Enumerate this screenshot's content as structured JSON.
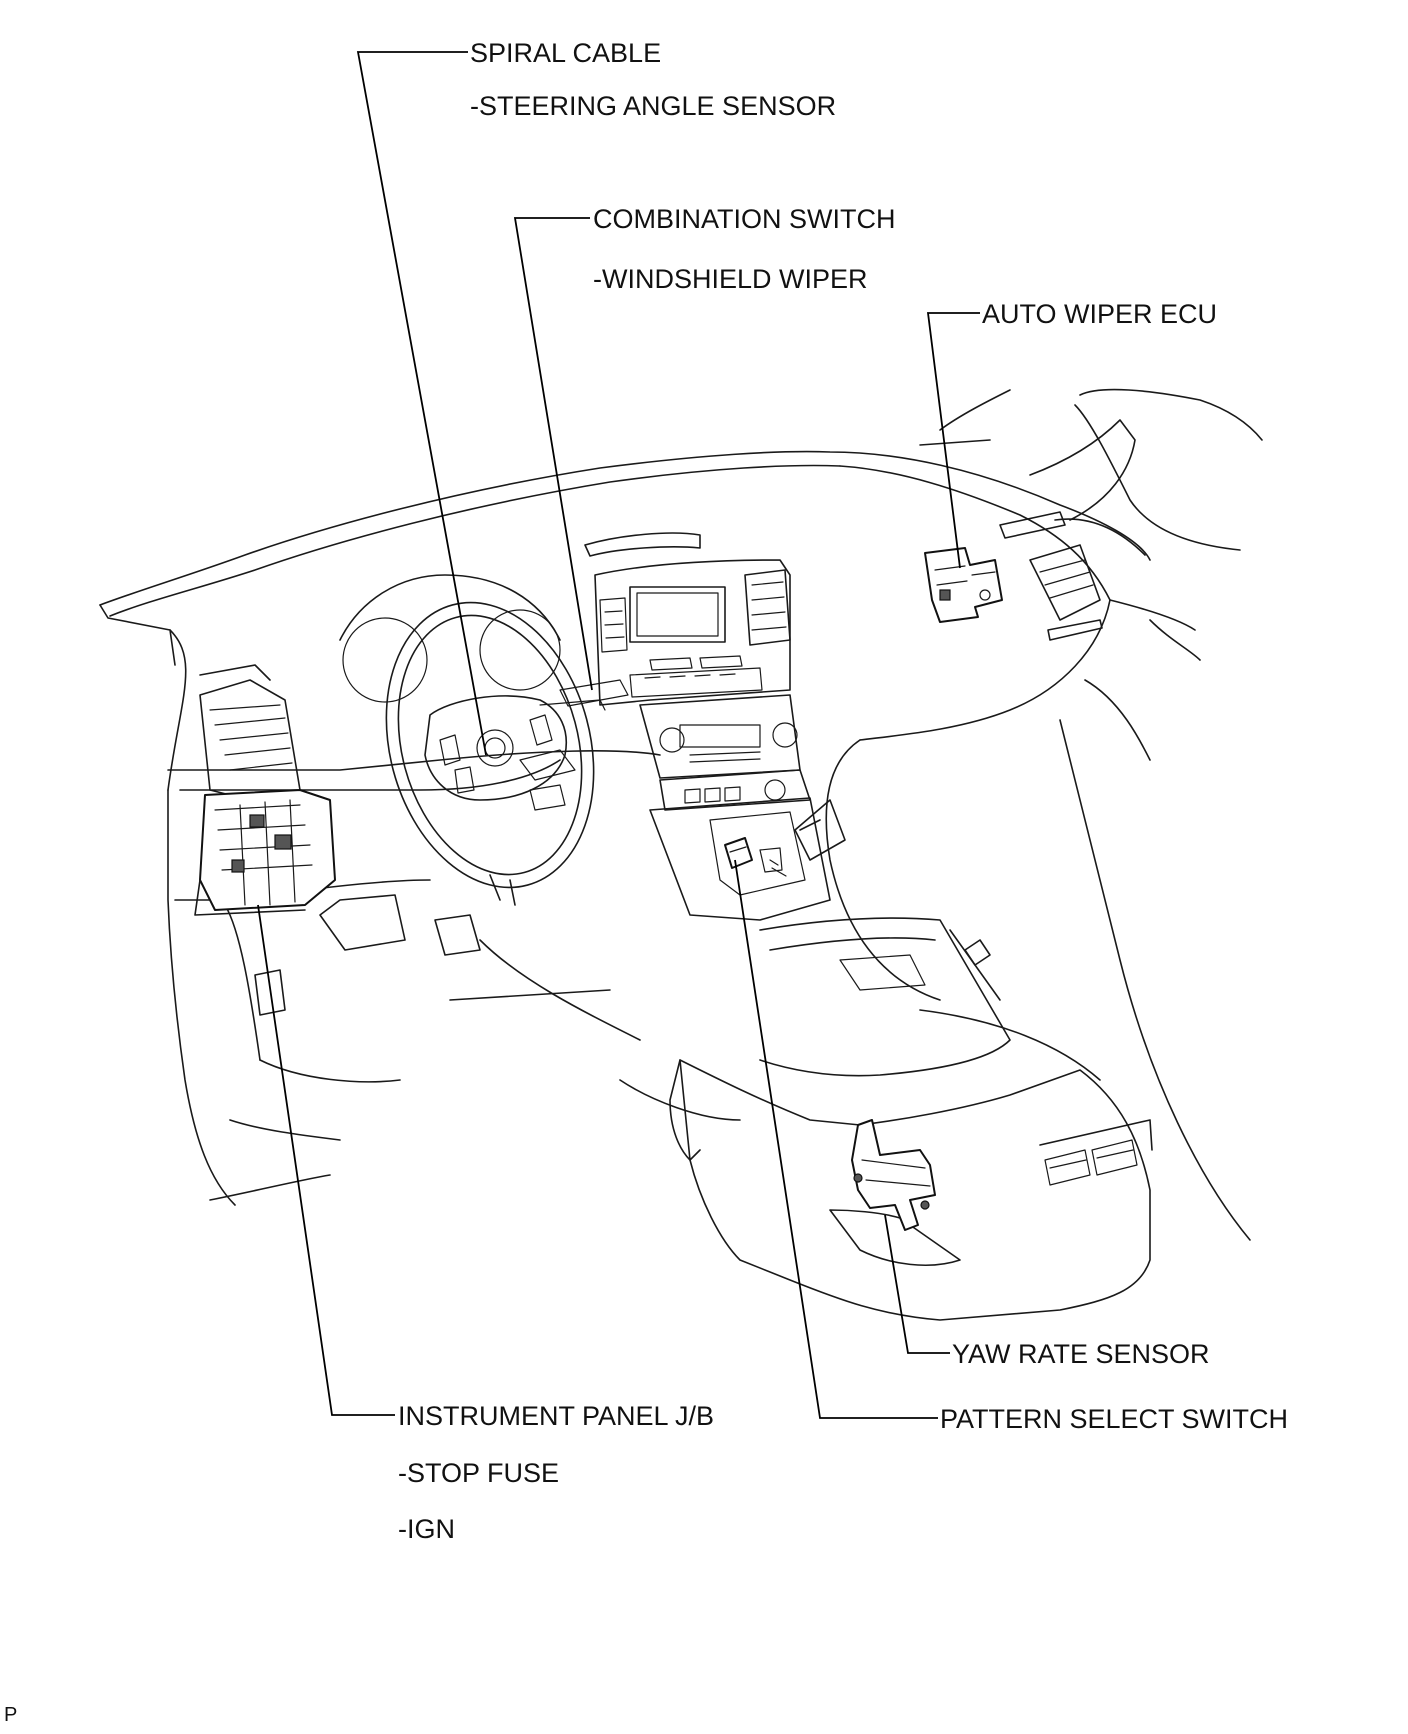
{
  "labels": {
    "spiral_cable": "SPIRAL CABLE",
    "steering_angle_sensor": "-STEERING ANGLE SENSOR",
    "combination_switch": "COMBINATION SWITCH",
    "windshield_wiper": "-WINDSHIELD WIPER",
    "auto_wiper_ecu": "AUTO WIPER ECU",
    "yaw_rate_sensor": "YAW RATE SENSOR",
    "pattern_select_switch": "PATTERN SELECT SWITCH",
    "instrument_panel_jb": "INSTRUMENT PANEL J/B",
    "stop_fuse": "-STOP FUSE",
    "ign": "-IGN"
  },
  "footer": {
    "corner_mark": "P"
  }
}
